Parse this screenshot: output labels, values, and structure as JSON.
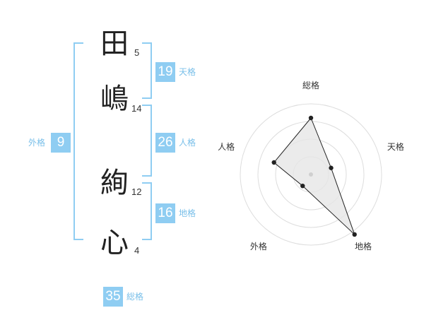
{
  "name": {
    "characters": [
      {
        "char": "田",
        "strokes": "5"
      },
      {
        "char": "嶋",
        "strokes": "14"
      },
      {
        "char": "絢",
        "strokes": "12"
      },
      {
        "char": "心",
        "strokes": "4"
      }
    ]
  },
  "fortunes": {
    "ten": {
      "value": "19",
      "label": "天格"
    },
    "jin": {
      "value": "26",
      "label": "人格"
    },
    "chi": {
      "value": "16",
      "label": "地格"
    },
    "gai": {
      "value": "9",
      "label": "外格"
    },
    "sou": {
      "value": "35",
      "label": "総格"
    }
  },
  "colors": {
    "accent": "#8fcdf2",
    "accent_text": "#79bfe9",
    "radar_fill": "#e6e6e6"
  },
  "chart_data": {
    "type": "radar",
    "axes": [
      "総格",
      "天格",
      "地格",
      "外格",
      "人格"
    ],
    "values": [
      0.8,
      0.3,
      1.05,
      0.2,
      0.55
    ],
    "range": [
      0,
      1
    ],
    "rings": 4
  }
}
